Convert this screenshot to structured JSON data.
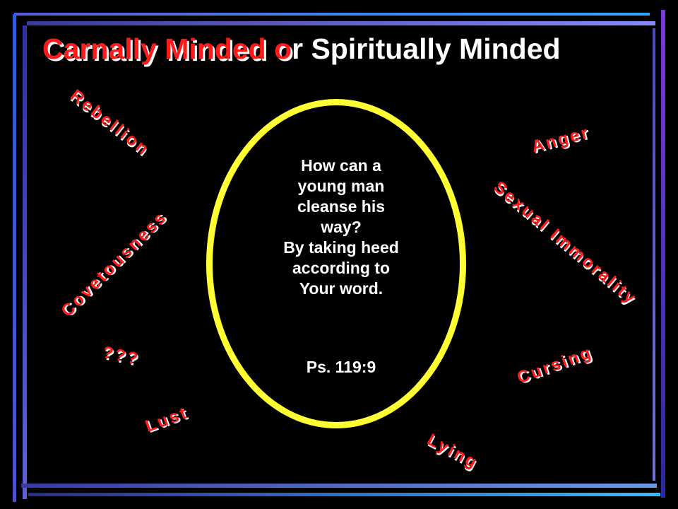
{
  "title": {
    "red_part": "Carnally Minded o",
    "white_part": "r Spiritually Minded"
  },
  "center": {
    "verse_lines": [
      "How can a",
      "young man",
      "cleanse his",
      "way?",
      "By taking heed",
      "according to",
      "Your word."
    ],
    "reference": "Ps. 119:9"
  },
  "sins": {
    "rebellion": "Rebellion",
    "covetousness": "Covetousness",
    "unknown": "???",
    "lust": "Lust",
    "anger": "Anger",
    "sexual_immorality": "Sexual Immorality",
    "cursing": "Cursing",
    "lying": "Lying"
  },
  "colors": {
    "background": "#000000",
    "sin_text": "#ff1a1a",
    "ellipse_border": "#ffff33",
    "frame_bar": "#3a6ad4"
  }
}
